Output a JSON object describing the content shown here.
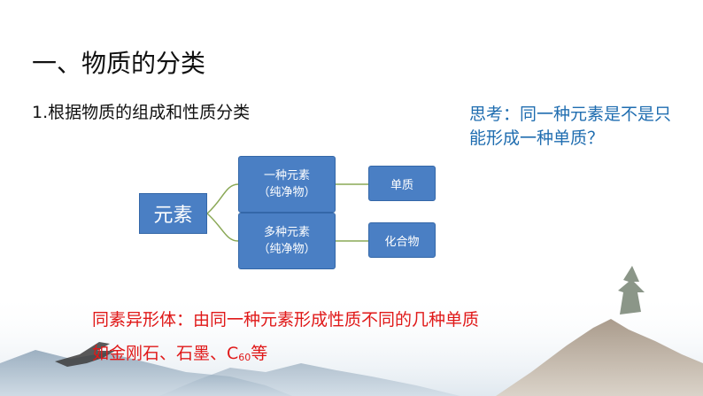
{
  "title": "一、物质的分类",
  "subtitle": "1.根据物质的组成和性质分类",
  "think": "思考：同一种元素是不是只能形成一种单质？",
  "diagram": {
    "root": "元素",
    "single_title": "一种元素",
    "single_sub": "（纯净物）",
    "multi_title": "多种元素",
    "multi_sub": "（纯净物）",
    "leaf_single": "单质",
    "leaf_multi": "化合物"
  },
  "note": {
    "line1": "同素异形体：由同一种元素形成性质不同的几种单质",
    "line2_prefix": "如金刚石、石墨、C",
    "line2_sub": "60",
    "line2_suffix": "等"
  },
  "colors": {
    "box_fill": "#4a7fc4",
    "connector": "#8aa856",
    "think_text": "#1f6db0",
    "note_text": "#e01818"
  }
}
